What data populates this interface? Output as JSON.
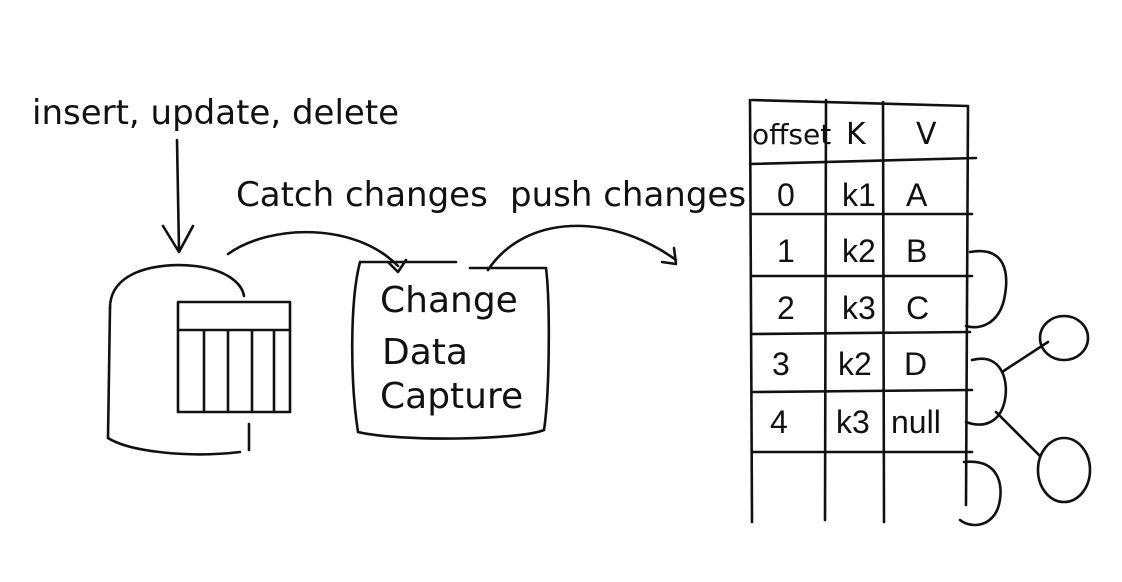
{
  "labels": {
    "operations": "insert, update, delete",
    "catch": "Catch changes",
    "push": "push changes",
    "cdc_line1": "Change",
    "cdc_line2": "Data",
    "cdc_line3": "Capture"
  },
  "log_table": {
    "headers": [
      "offset",
      "K",
      "V"
    ],
    "rows": [
      [
        "0",
        "k1",
        "A"
      ],
      [
        "1",
        "k2",
        "B"
      ],
      [
        "2",
        "k3",
        "C"
      ],
      [
        "3",
        "k2",
        "D"
      ],
      [
        "4",
        "k3",
        "null"
      ]
    ]
  }
}
